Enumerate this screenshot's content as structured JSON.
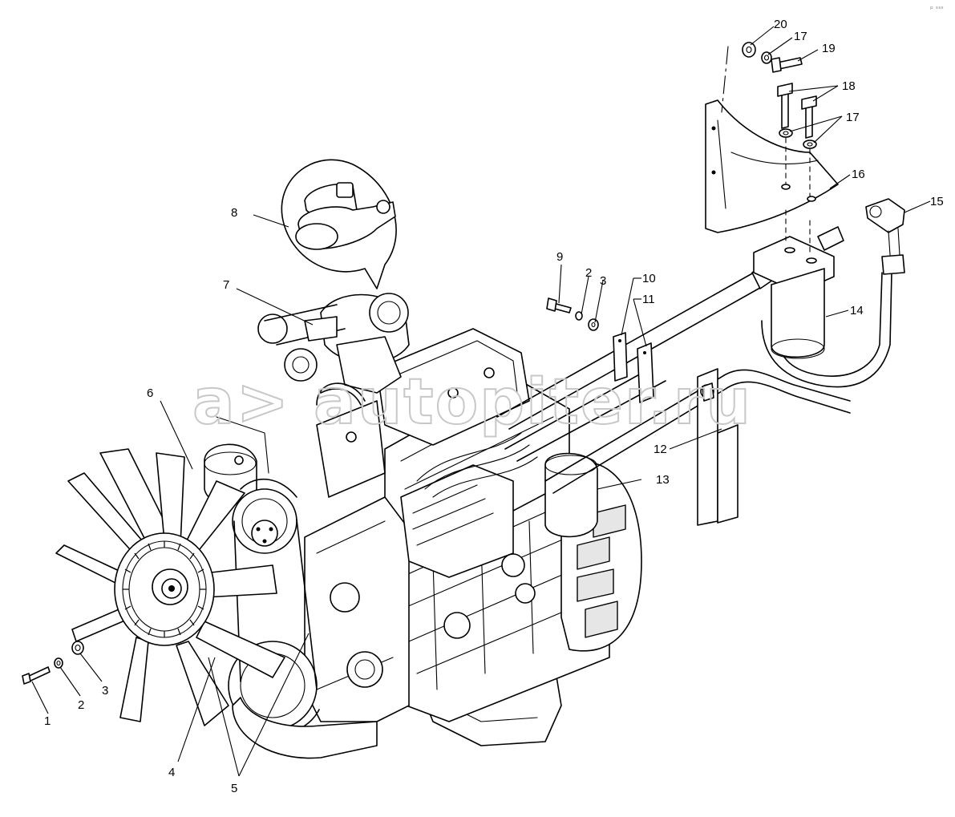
{
  "watermark": "a> autopiter.ru",
  "corner_mark": "ᵖ ˢˢˢ",
  "callouts": {
    "c1": "1",
    "c2": "2",
    "c3": "3",
    "c4": "4",
    "c5": "5",
    "c6": "6",
    "c7": "7",
    "c8": "8",
    "c9": "9",
    "c2b": "2",
    "c3b": "3",
    "c10": "10",
    "c11": "11",
    "c12": "12",
    "c13": "13",
    "c14": "14",
    "c15": "15",
    "c16": "16",
    "c17a": "17",
    "c17b": "17",
    "c18": "18",
    "c19": "19",
    "c20": "20"
  }
}
